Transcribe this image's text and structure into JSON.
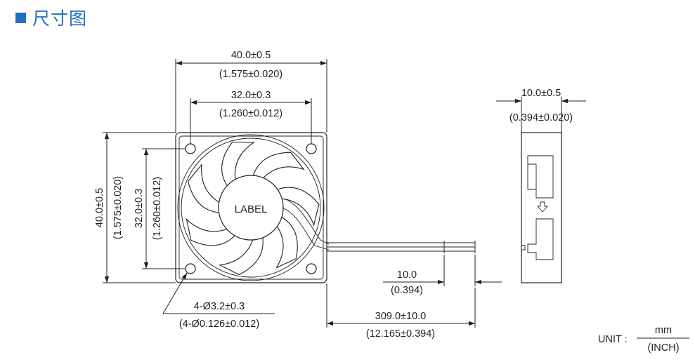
{
  "header": {
    "title": "尺寸图",
    "accent_color": "#1f6fc4",
    "marker_icon": "blue-square-icon"
  },
  "front_view": {
    "frame_width": "40.0±0.5",
    "frame_width_inch": "(1.575±0.020)",
    "hole_pitch": "32.0±0.3",
    "hole_pitch_inch": "(1.260±0.012)",
    "frame_height": "40.0±0.5",
    "frame_height_inch": "(1.575±0.020)",
    "hole_pitch_v": "32.0±0.3",
    "hole_pitch_v_inch": "(1.260±0.012)",
    "hub_label": "LABEL",
    "mount_holes": "4-Ø3.2±0.3",
    "mount_holes_inch": "(4-Ø0.126±0.012)",
    "strip_length": "10.0",
    "strip_length_inch": "(0.394)",
    "lead_length": "309.0±10.0",
    "lead_length_inch": "(12.165±0.394)"
  },
  "side_view": {
    "thickness": "10.0±0.5",
    "thickness_inch": "(0.394±0.020)"
  },
  "unit": {
    "label": "UNIT :",
    "top": "mm",
    "bottom": "(INCH)"
  }
}
